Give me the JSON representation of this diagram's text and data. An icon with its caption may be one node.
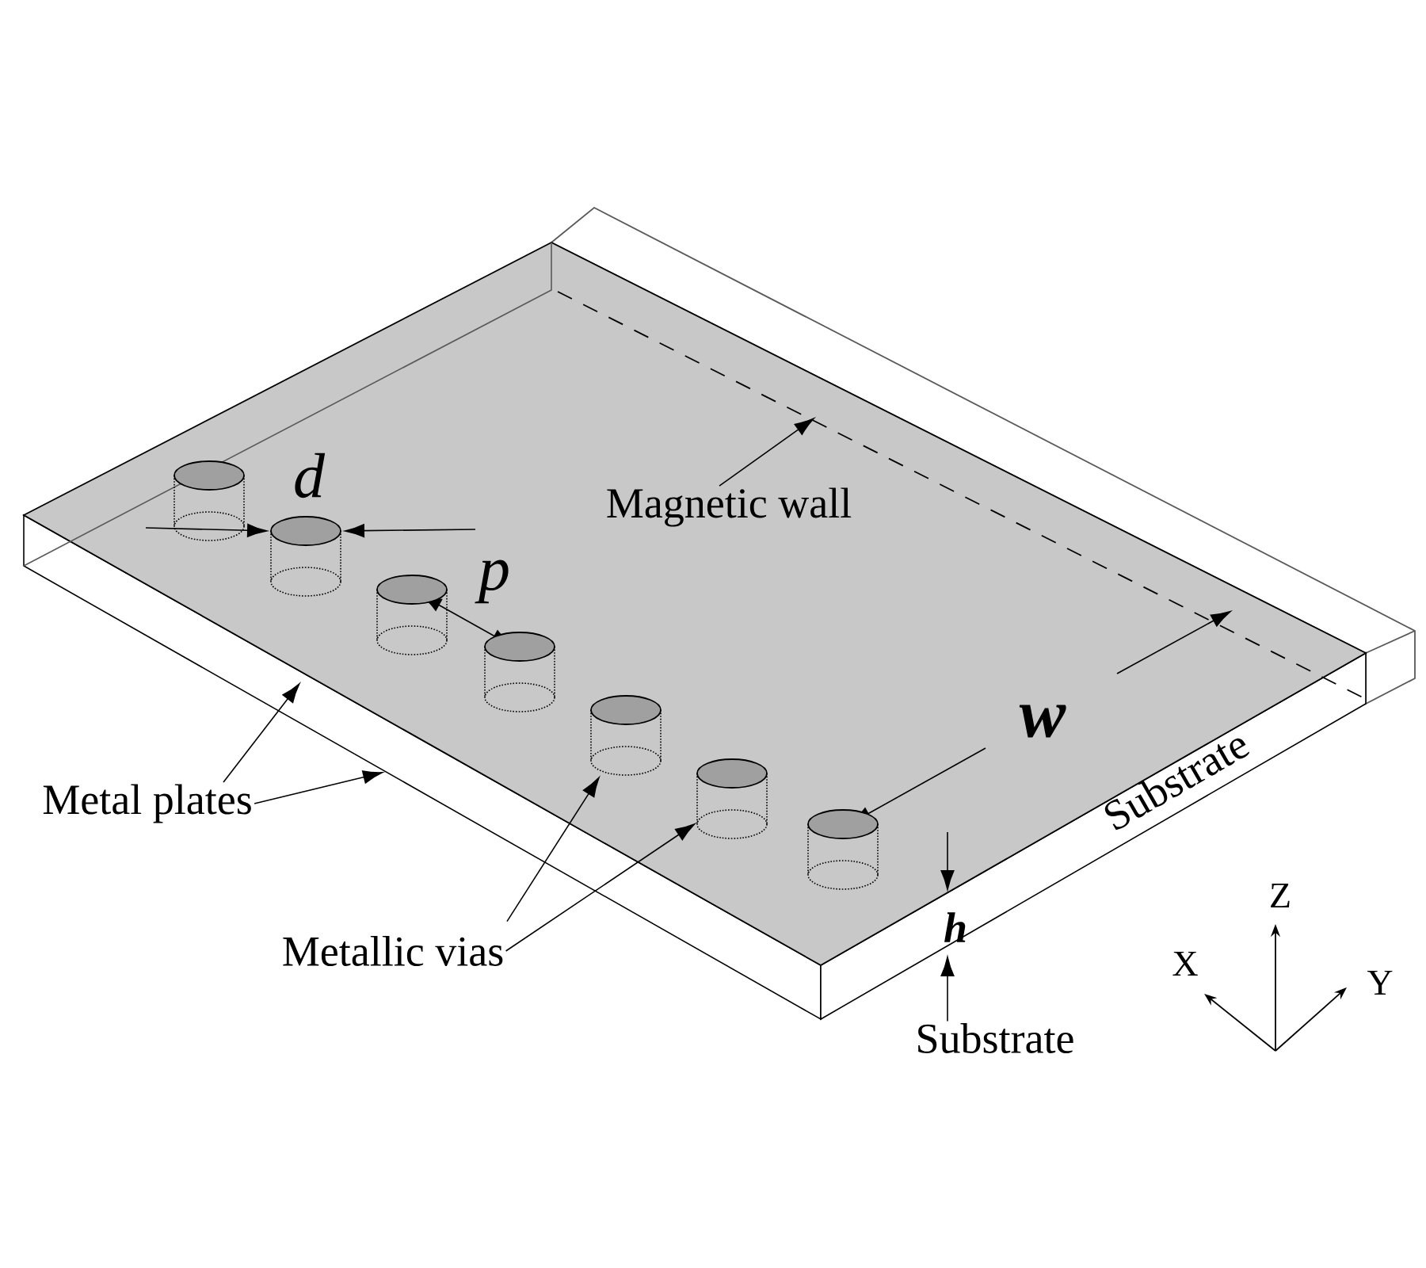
{
  "diagram": {
    "nodes": [
      {
        "text": [
          "Magnetic wall"
        ]
      },
      {
        "text": [
          "Metal plates"
        ]
      },
      {
        "text": [
          "Metallic vias"
        ]
      },
      {
        "text": [
          "Substrate"
        ]
      },
      {
        "text": [],
        "shape": "cylinder"
      },
      {
        "text": [],
        "shape": "cylinder"
      },
      {
        "text": [],
        "shape": "cylinder"
      },
      {
        "text": [],
        "shape": "cylinder"
      },
      {
        "text": [],
        "shape": "cylinder"
      },
      {
        "text": [],
        "shape": "cylinder"
      },
      {
        "text": [],
        "shape": "cylinder"
      }
    ],
    "edges": [
      {
        "from": 0,
        "to": null,
        "arrow": "to"
      },
      {
        "from": 1,
        "to": null,
        "arrow": "to"
      },
      {
        "from": 1,
        "to": null,
        "arrow": "to"
      },
      {
        "from": 2,
        "to": 8,
        "arrow": "to"
      },
      {
        "from": 2,
        "to": 9,
        "arrow": "to"
      },
      {
        "from": 3,
        "to": null,
        "arrow": "to"
      }
    ],
    "labels": [
      "d",
      "p",
      "w",
      "Substrate",
      "h",
      "Z",
      "X",
      "Y"
    ]
  }
}
